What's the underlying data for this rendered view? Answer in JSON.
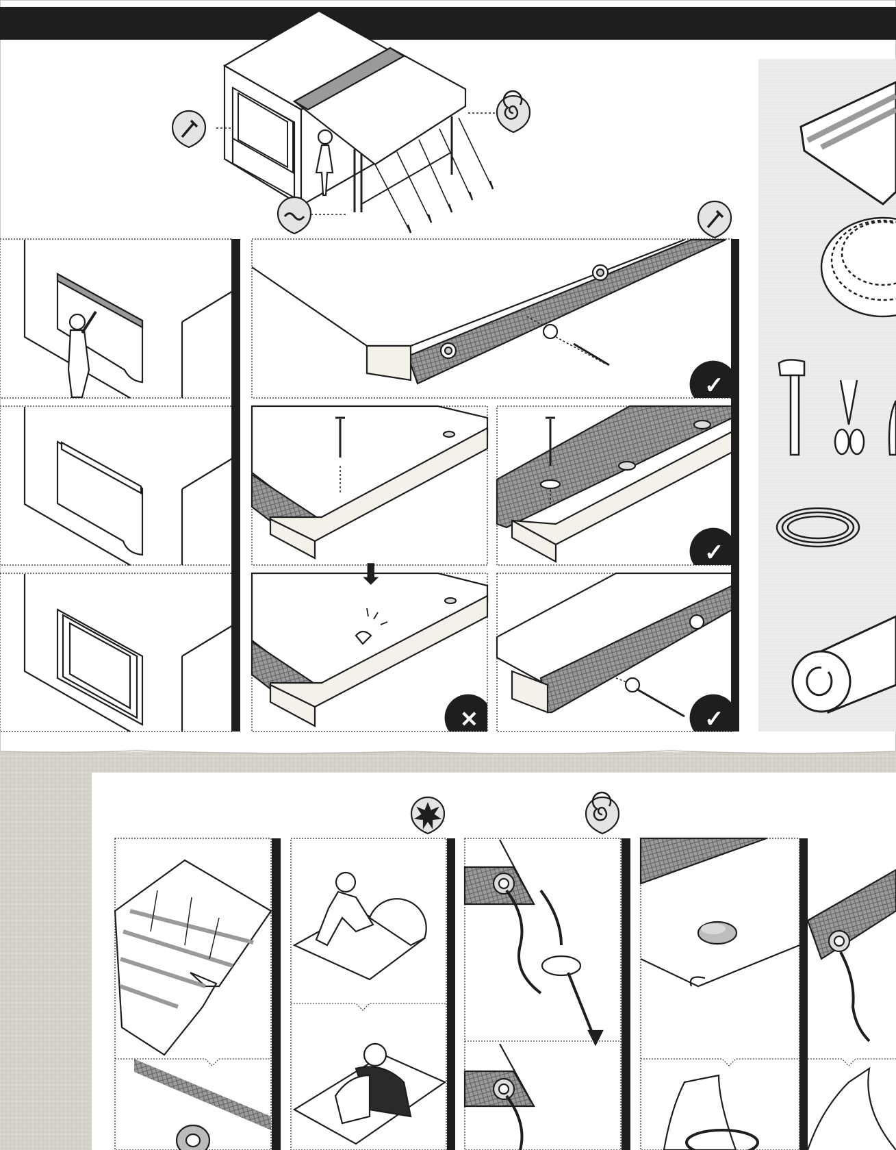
{
  "page": {
    "title_bar_text": "",
    "colors": {
      "ink": "#1e1e1e",
      "paper": "#ffffff",
      "tarp_gray": "#8c8c8c",
      "panel_gray": "#ececec",
      "fabric_bg": "#d8d5cf",
      "wood": "#f4f1ea"
    }
  },
  "top_sheet": {
    "hero": {
      "callouts": [
        {
          "name": "nail-callout",
          "icon": "nail-icon"
        },
        {
          "name": "spiral-callout",
          "icon": "spiral-icon"
        },
        {
          "name": "wave-callout",
          "icon": "wave-icon"
        }
      ]
    },
    "left_column_steps": [
      {
        "name": "step-attach-top-strip",
        "icon": "wall-tarp-person"
      },
      {
        "name": "step-batten-top",
        "icon": "wall-tarp-batten"
      },
      {
        "name": "step-frame-window",
        "icon": "wall-tarp-frame"
      }
    ],
    "nail_section": {
      "callout_icon": "nail-icon",
      "steps": [
        {
          "name": "step-fold-over-beam",
          "result": "correct"
        },
        {
          "name": "step-nail-no-washer",
          "result": "none"
        },
        {
          "name": "step-nail-with-washer",
          "result": "correct"
        },
        {
          "name": "step-tarp-tears",
          "result": "wrong"
        },
        {
          "name": "step-washer-edge",
          "result": "correct"
        }
      ]
    },
    "materials_panel": {
      "items": [
        "folded-tarp-icon",
        "rope-coil-icon",
        "hammer-icon",
        "scissors-icon",
        "pliers-icon",
        "wire-coil-icon",
        "rolled-tarp-icon"
      ]
    }
  },
  "bottom_sheet": {
    "callouts": [
      {
        "name": "star-callout",
        "icon": "star-icon"
      },
      {
        "name": "spiral-callout",
        "icon": "spiral-icon"
      }
    ],
    "columns": [
      {
        "name": "column-unfold-tarp",
        "icon": "unfolded-tarp-icon"
      },
      {
        "name": "column-roll-tarp",
        "icon": "person-rolling-tarp"
      },
      {
        "name": "column-tie-grommet",
        "icon": "grommet-knot-icon"
      },
      {
        "name": "column-stone-tie",
        "icon": "stone-tie-icon"
      },
      {
        "name": "column-grommet-rope",
        "icon": "grommet-rope-icon"
      }
    ]
  },
  "status": {
    "correct_symbol": "✓",
    "wrong_symbol": "✕",
    "arrow_symbol": "⬇"
  }
}
